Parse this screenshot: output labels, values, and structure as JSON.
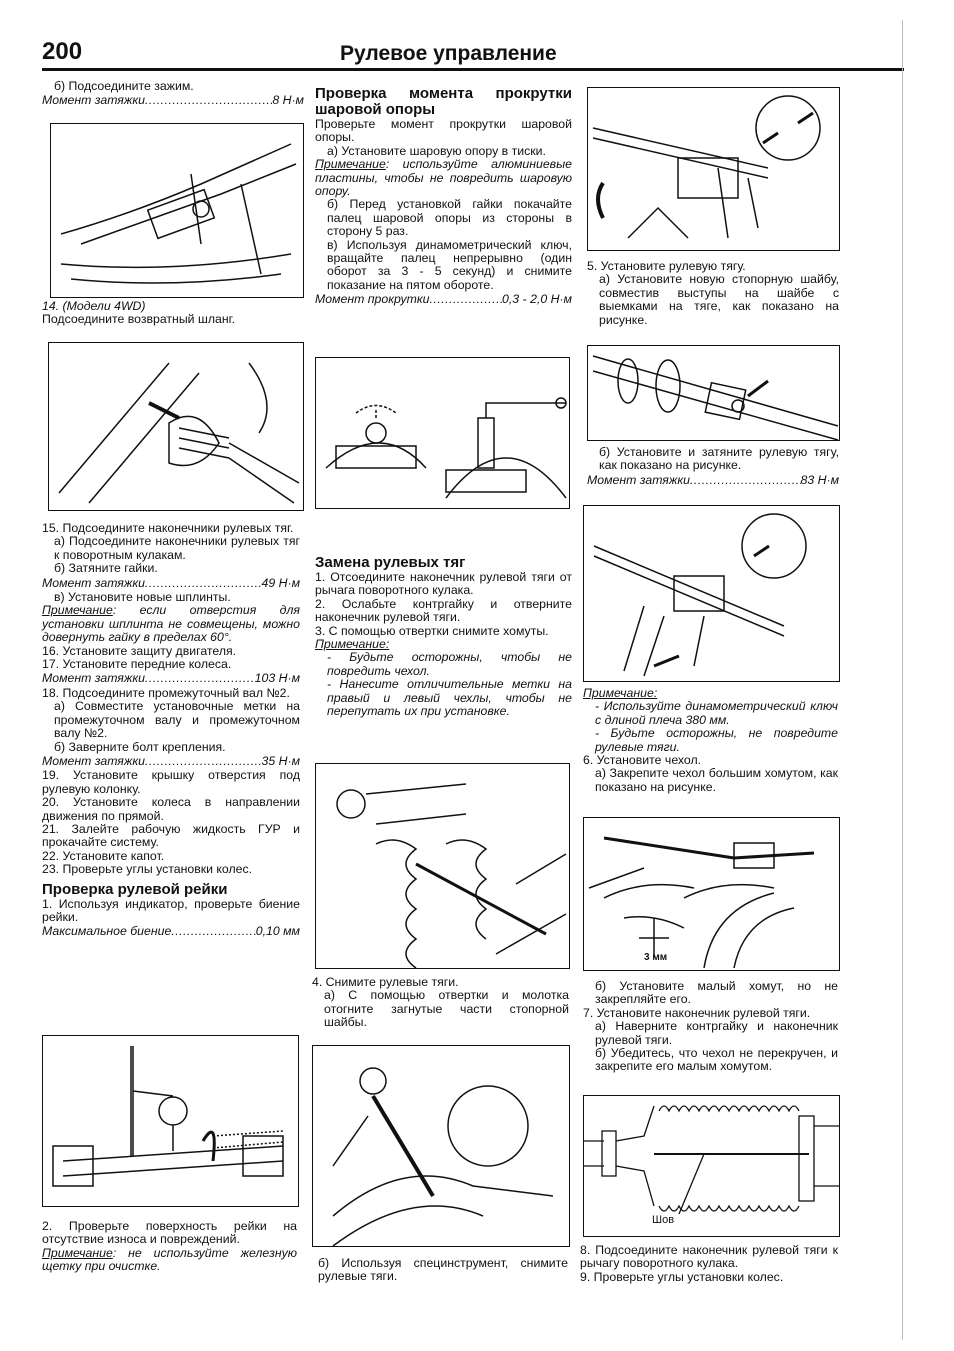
{
  "header": {
    "page_number": "200",
    "title": "Рулевое управление"
  },
  "col1": {
    "p1": "б) Подсоедините зажим.",
    "t1": {
      "label": "Момент затяжки",
      "value": "8 Н·м"
    },
    "s14a": "14. (Модели 4WD)",
    "s14b": "Подсоедините возвратный шланг.",
    "s15": "15. Подсоедините наконечники рулевых тяг.",
    "s15a": "а) Подсоедините наконечники рулевых тяг к поворотным кулакам.",
    "s15b": "б) Затяните гайки.",
    "t2": {
      "label": "Момент затяжки",
      "value": "49 Н·м"
    },
    "s15c": "в) Установите новые шплинты.",
    "note1_label": "Примечание",
    "note1": ": если отверстия для установки шплинта не совмещены, можно довернуть гайку в пределах 60°.",
    "s16": "16. Установите защиту двигателя.",
    "s17": "17. Установите передние колеса.",
    "t3": {
      "label": "Момент затяжки",
      "value": "103 Н·м"
    },
    "s18": "18. Подсоедините промежуточный вал №2.",
    "s18a": "а) Совместите установочные метки на промежуточном валу и промежуточном валу №2.",
    "s18b": "б) Заверните болт крепления.",
    "t4": {
      "label": "Момент затяжки",
      "value": "35 Н·м"
    },
    "s19": "19. Установите крышку отверстия под рулевую колонку.",
    "s20": "20. Установите колеса в направлении движения по прямой.",
    "s21": "21. Залейте рабочую жидкость ГУР и прокачайте систему.",
    "s22": "22. Установите капот.",
    "s23": "23. Проверьте углы установки колес.",
    "h_rack": "Проверка рулевой рейки",
    "r1": "1. Используя индикатор, проверьте биение рейки.",
    "t5": {
      "label": "Максимальное биение",
      "value": "0,10 мм"
    },
    "r2": "2. Проверьте поверхность рейки на отсутствие износа и повреждений.",
    "note2_label": "Примечание",
    "note2": ": не используйте железную щетку при очистке."
  },
  "col2": {
    "h_ball": "Проверка момента прокрутки шаровой опоры",
    "b0": "Проверьте момент прокрутки шаровой опоры.",
    "ba": "а) Установите шаровую опору в тиски.",
    "note_label": "Примечание",
    "note": ": используйте алюминиевые пластины, чтобы не повредить шаровую опору.",
    "bb": "б) Перед установкой гайки покачайте палец шаровой опоры из стороны в сторону 5 раз.",
    "bc": "в) Используя динамометрический ключ, вращайте палец непрерывно (один оборот за 3 - 5 секунд) и снимите показание на пятом обороте.",
    "t1": {
      "label": "Момент прокрутки",
      "value": "0,3 - 2,0 Н·м"
    },
    "h_repl": "Замена рулевых тяг",
    "z1": "1. Отсоедините наконечник рулевой тяги от рычага поворотного кулака.",
    "z2": "2. Ослабьте контргайку и отверните наконечник рулевой тяги.",
    "z3": "3. С помощью отвертки снимите хомуты.",
    "note2_label": "Примечание:",
    "n2a": "- Будьте осторожны, чтобы не повредить чехол.",
    "n2b": "- Нанесите отличительные метки на правый и левый чехлы, чтобы не перепутать их при установке.",
    "z4": "4. Снимите рулевые тяги.",
    "z4a": "а) С помощью отвертки и молотка отогните загнутые части стопорной шайбы.",
    "z4b": "б) Используя специнструмент, снимите рулевые тяги."
  },
  "col3": {
    "s5": "5. Установите рулевую тягу.",
    "s5a": "а) Установите новую стопорную шайбу, совместив выступы на шайбе с выемками на тяге, как показано на рисунке.",
    "s5b": "б) Установите и затяните рулевую тягу, как показано на рисунке.",
    "t1": {
      "label": "Момент затяжки",
      "value": "83 Н·м"
    },
    "note_label": "Примечание:",
    "n1": "- Используйте динамометрический ключ с длиной плеча 380 мм.",
    "n2": "- Будьте осторожны, не повредите рулевые тяги.",
    "s6": "6. Установите чехол.",
    "s6a": "а) Закрепите чехол большим хомутом, как показано на рисунке.",
    "fig_label_3mm": "3 мм",
    "s6b": "б) Установите малый хомут, но не закрепляйте его.",
    "s7": "7. Установите наконечник рулевой тяги.",
    "s7a": "а) Наверните контргайку и наконечник рулевой тяги.",
    "s7b": "б) Убедитесь, что чехол не перекручен, и закрепите его малым хомутом.",
    "fig_label_seam": "Шов",
    "s8": "8. Подсоедините наконечник рулевой тяги к рычагу поворотного кулака.",
    "s9": "9. Проверьте углы установки колес."
  }
}
